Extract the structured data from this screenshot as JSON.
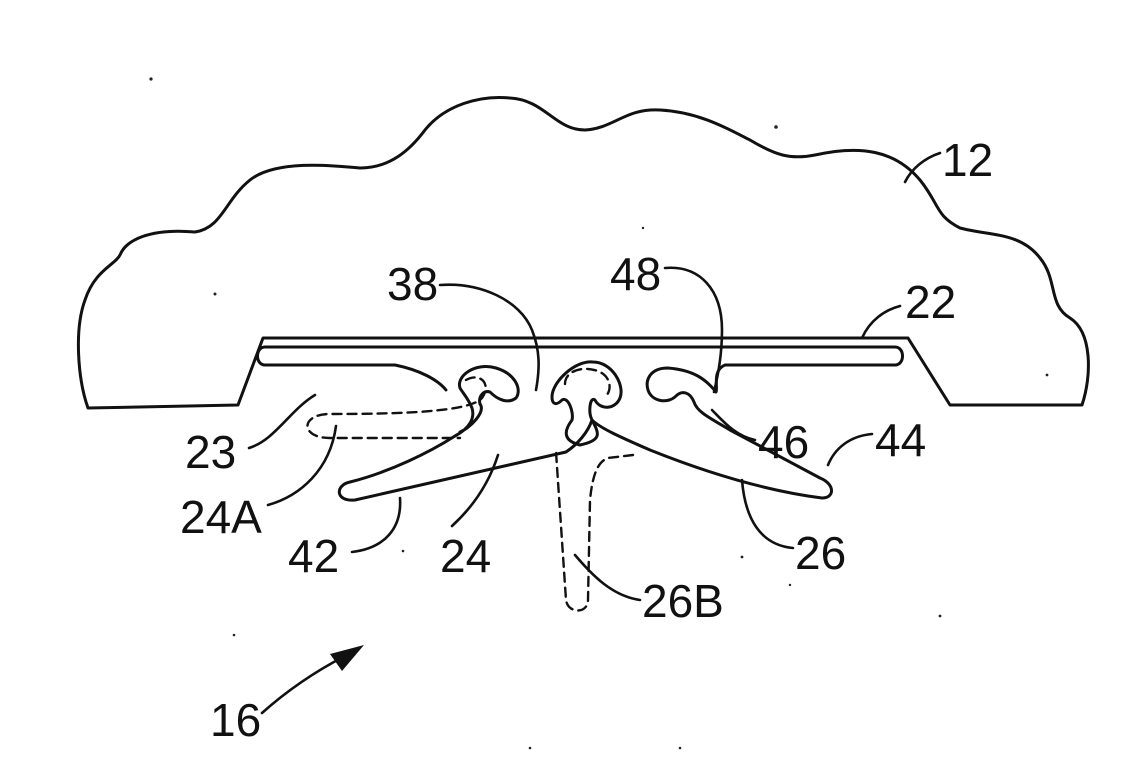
{
  "labels": {
    "l12": "12",
    "l22": "22",
    "l38": "38",
    "l48": "48",
    "l23": "23",
    "l24A": "24A",
    "l46": "46",
    "l44": "44",
    "l42": "42",
    "l24": "24",
    "l26": "26",
    "l26B": "26B",
    "l16": "16"
  }
}
